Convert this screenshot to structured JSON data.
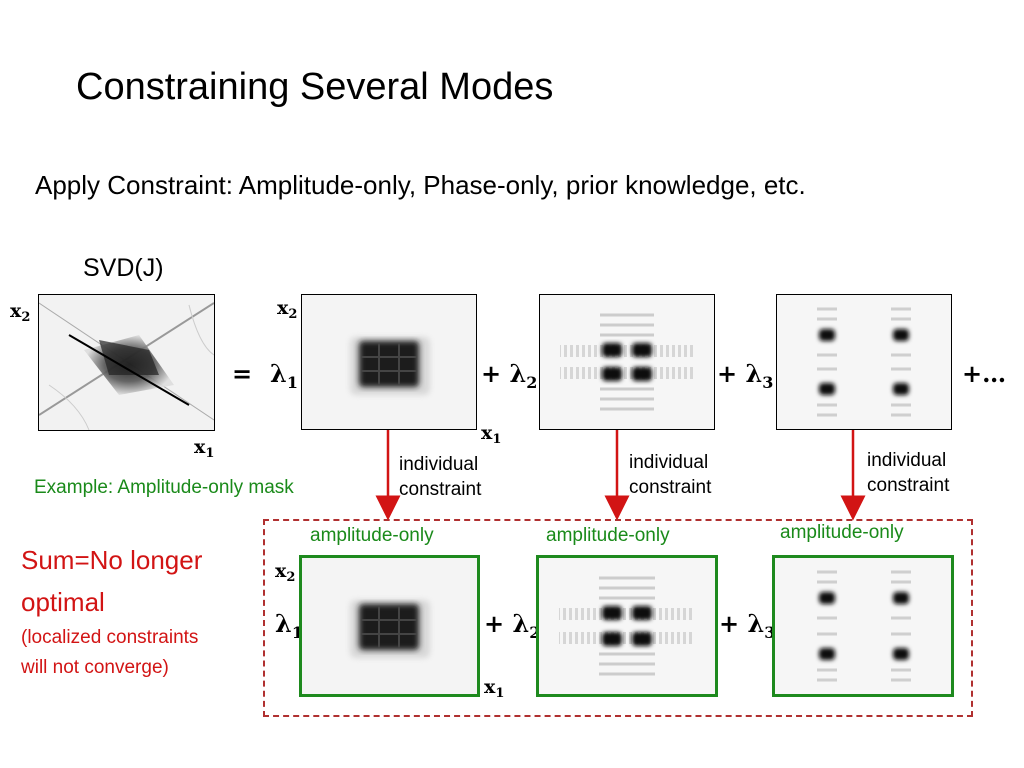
{
  "slide": {
    "title": "Constraining Several Modes",
    "subtitle": "Apply Constraint: Amplitude-only, Phase-only, prior knowledge, etc.",
    "svd_label": "SVD(J)"
  },
  "axes": {
    "x1": "x",
    "x1_sub": "1",
    "x2": "x",
    "x2_sub": "2"
  },
  "equation": {
    "equals": "=",
    "lambda": "λ",
    "plus_lambda": "+ λ",
    "sub1": "1",
    "sub2": "2",
    "sub3": "3",
    "ellipsis": "+…"
  },
  "arrows": {
    "label_line1": "individual",
    "label_line2": "constraint"
  },
  "example_label": "Example: Amplitude-only mask",
  "constrained": {
    "panel_label": "amplitude-only"
  },
  "conclusion": {
    "line1": "Sum=No longer",
    "line2": "optimal",
    "line3": "(localized constraints",
    "line4": "will not converge)"
  },
  "colors": {
    "green": "#1a8a1a",
    "red": "#d21414",
    "dashed_border": "#b03030"
  }
}
